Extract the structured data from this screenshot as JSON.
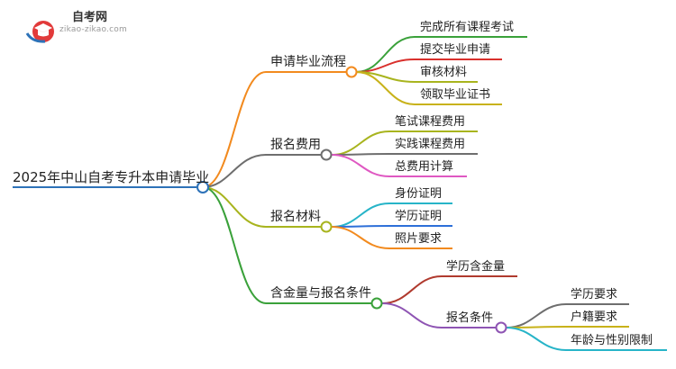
{
  "logo": {
    "title": "自考网",
    "url": "zikao-zikao.com"
  },
  "colors": {
    "root": "#2d72b8",
    "orange": "#f28a1e",
    "gray": "#6e6e6e",
    "olive": "#a8b41e",
    "green": "#3aa13a",
    "red": "#d9302c",
    "gold": "#c8b21a",
    "pink": "#df58c2",
    "teal": "#27b4c8",
    "blue": "#2d6fd8",
    "purple": "#8e54b3",
    "brown": "#b04a2e"
  },
  "mindmap": {
    "root": "2025年中山自考专升本申请毕业",
    "branches": [
      {
        "label": "申请毕业流程",
        "children": [
          "完成所有课程考试",
          "提交毕业申请",
          "审核材料",
          "领取毕业证书"
        ]
      },
      {
        "label": "报名费用",
        "children": [
          "笔试课程费用",
          "实践课程费用",
          "总费用计算"
        ]
      },
      {
        "label": "报名材料",
        "children": [
          "身份证明",
          "学历证明",
          "照片要求"
        ]
      },
      {
        "label": "含金量与报名条件",
        "children": [
          "学历含金量",
          "报名条件"
        ],
        "grandchildren": [
          "学历要求",
          "户籍要求",
          "年龄与性别限制"
        ]
      }
    ]
  }
}
